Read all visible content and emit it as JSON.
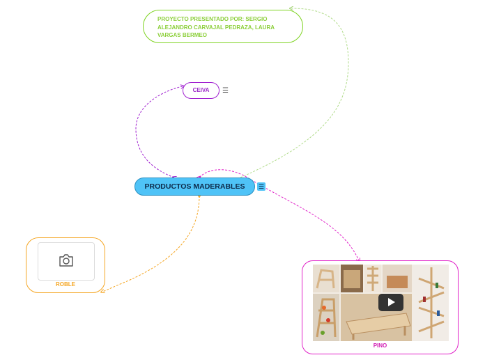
{
  "nodes": {
    "author": {
      "text": "PROYECTO PRESENTADO POR: SERGIO ALEJANDRO CARVAJAL PEDRAZA, LAURA VARGAS BERMEO"
    },
    "ceiva": {
      "label": "CEIVA",
      "note_icon": "notes-icon"
    },
    "main": {
      "label": "PRODUCTOS MADERABLES",
      "note_icon": "notes-icon"
    },
    "roble": {
      "label": "ROBLE",
      "media_icon": "camera-icon"
    },
    "pino": {
      "label": "PINO",
      "media_icon": "play-icon"
    }
  },
  "colors": {
    "main_fill": "#4fc3f7",
    "author": "#7ed321",
    "ceiva": "#a020d0",
    "roble": "#f5a623",
    "pino": "#e020c8"
  }
}
